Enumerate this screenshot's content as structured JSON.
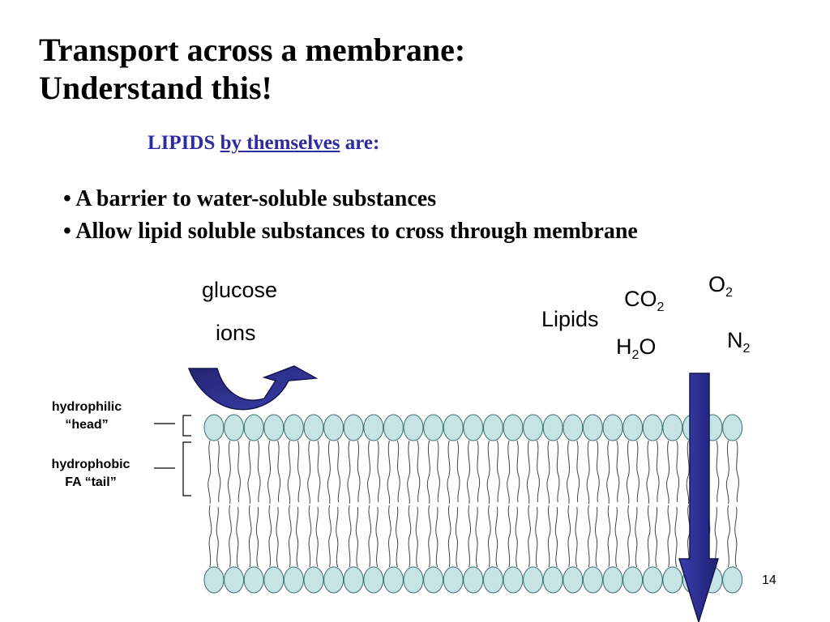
{
  "slide": {
    "title_line1": "Transport across a membrane:",
    "title_line2": "Understand this!",
    "subtitle_pre": "LIPIDS",
    "subtitle_link": "by themselves",
    "subtitle_post": "are:",
    "bullets": [
      "•  A barrier to water-soluble substances",
      "• Allow lipid soluble substances to cross through membrane"
    ],
    "page_number": "14"
  },
  "labels": {
    "glucose": "glucose",
    "ions": "ions",
    "lipids": "Lipids",
    "co2_base": "CO",
    "co2_sub": "2",
    "o2_base": "O",
    "o2_sub": "2",
    "h2o_pre": "H",
    "h2o_sub": "2",
    "h2o_post": "O",
    "n2_base": "N",
    "n2_sub": "2",
    "hydrophilic_line1": "hydrophilic",
    "hydrophilic_line2": "“head”",
    "hydrophobic_line1": "hydrophobic",
    "hydrophobic_line2": "FA “tail”"
  },
  "colors": {
    "head_fill": "#c6e4e4",
    "arrow_blue": "#2e3192",
    "arrow_dark": "#1b1c6b",
    "subtitle_blue": "#2d2ba0"
  }
}
